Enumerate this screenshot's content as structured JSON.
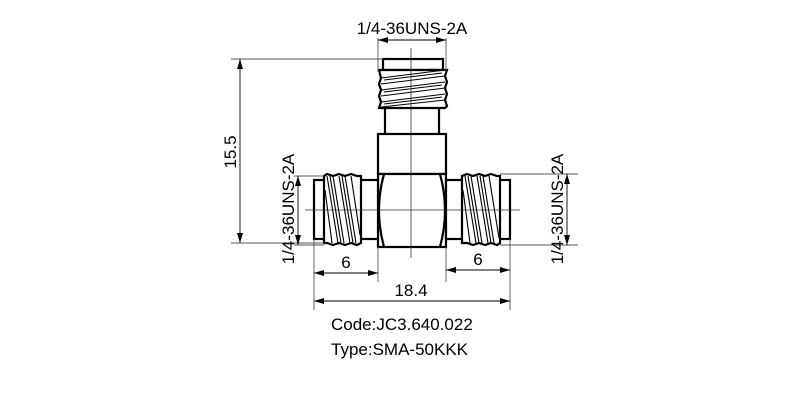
{
  "drawing": {
    "top_thread_label": "1/4-36UNS-2A",
    "left_thread_label": "1/4-36UNS-2A",
    "right_thread_label": "1/4-36UNS-2A",
    "height_dimension": "15.5",
    "left_length_dimension": "6",
    "right_length_dimension": "6",
    "overall_width_dimension": "18.4"
  },
  "title_block": {
    "code": "Code:JC3.640.022",
    "type": "Type:SMA-50KKK"
  },
  "colors": {
    "line": "#000000",
    "background": "#ffffff"
  }
}
